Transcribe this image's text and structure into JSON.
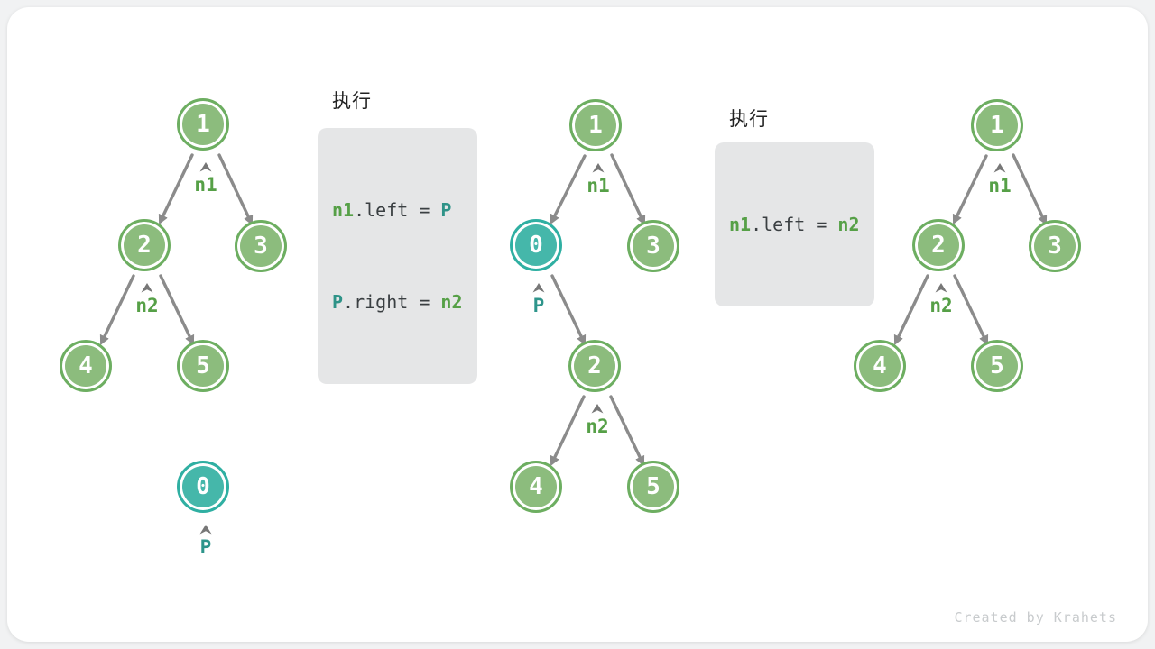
{
  "watermark": "Created by Krahets",
  "colors": {
    "node_green_fill": "#8cbc7d",
    "node_green_border": "#6dae61",
    "node_teal_fill": "#45b7aa",
    "node_teal_border": "#2fafa2",
    "edge_gray": "#8b8b8b",
    "transition_arrow_gray": "#c1c1c1",
    "label_green": "#56a047",
    "label_teal": "#2e958b",
    "code_bg": "#e5e6e7"
  },
  "steps": [
    {
      "title": "执行",
      "lines": [
        {
          "tokens": [
            {
              "text": "n1",
              "color": "green"
            },
            {
              "text": ".left = ",
              "color": "plain"
            },
            {
              "text": "P",
              "color": "teal"
            }
          ]
        },
        {
          "tokens": [
            {
              "text": "P",
              "color": "teal"
            },
            {
              "text": ".right = ",
              "color": "plain"
            },
            {
              "text": "n2",
              "color": "green"
            }
          ]
        }
      ]
    },
    {
      "title": "执行",
      "lines": [
        {
          "tokens": [
            {
              "text": "n1",
              "color": "green"
            },
            {
              "text": ".left = ",
              "color": "plain"
            },
            {
              "text": "n2",
              "color": "green"
            }
          ]
        }
      ]
    }
  ],
  "trees": [
    {
      "name": "before-insert",
      "nodes": [
        {
          "value": "1",
          "kind": "green"
        },
        {
          "value": "2",
          "kind": "green"
        },
        {
          "value": "3",
          "kind": "green"
        },
        {
          "value": "4",
          "kind": "green"
        },
        {
          "value": "5",
          "kind": "green"
        },
        {
          "value": "0",
          "kind": "teal"
        }
      ],
      "pointers": [
        {
          "text": "n1",
          "kind": "green"
        },
        {
          "text": "n2",
          "kind": "green"
        },
        {
          "text": "P",
          "kind": "teal"
        }
      ]
    },
    {
      "name": "after-insert",
      "nodes": [
        {
          "value": "1",
          "kind": "green"
        },
        {
          "value": "0",
          "kind": "teal"
        },
        {
          "value": "3",
          "kind": "green"
        },
        {
          "value": "2",
          "kind": "green"
        },
        {
          "value": "4",
          "kind": "green"
        },
        {
          "value": "5",
          "kind": "green"
        }
      ],
      "pointers": [
        {
          "text": "n1",
          "kind": "green"
        },
        {
          "text": "P",
          "kind": "teal"
        },
        {
          "text": "n2",
          "kind": "green"
        }
      ]
    },
    {
      "name": "after-remove",
      "nodes": [
        {
          "value": "1",
          "kind": "green"
        },
        {
          "value": "2",
          "kind": "green"
        },
        {
          "value": "3",
          "kind": "green"
        },
        {
          "value": "4",
          "kind": "green"
        },
        {
          "value": "5",
          "kind": "green"
        }
      ],
      "pointers": [
        {
          "text": "n1",
          "kind": "green"
        },
        {
          "text": "n2",
          "kind": "green"
        }
      ]
    }
  ]
}
